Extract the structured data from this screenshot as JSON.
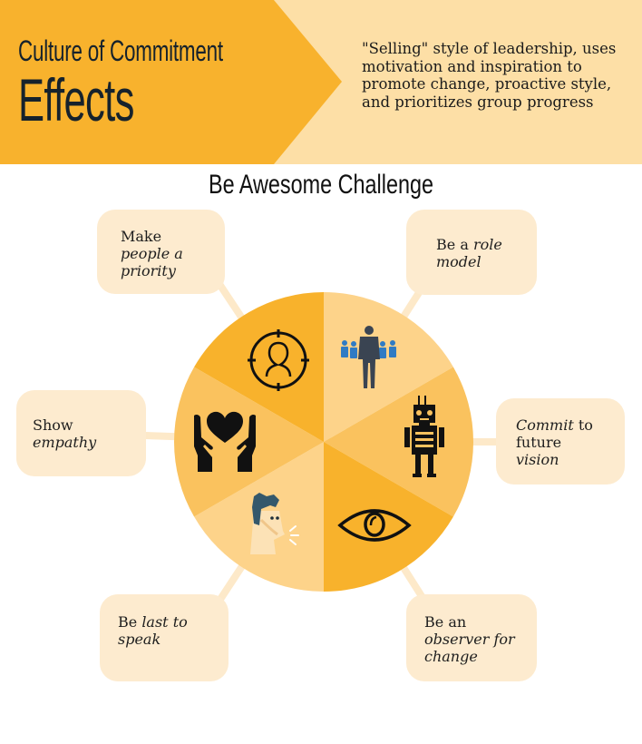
{
  "header": {
    "title_small": "Culture of Commitment",
    "title_big": "Effects",
    "description": "\"Selling\" style of leadership, uses motivation and inspiration to promote change, proactive style, and prioritizes group progress"
  },
  "subtitle": "Be Awesome Challenge",
  "colors": {
    "header_dark": "#F8B22D",
    "header_light": "#FDDFA6",
    "slice_dark": "#F8B22C",
    "slice_medium": "#FAC25E",
    "slice_light": "#FDD38A",
    "box_bg": "#FDEBCF",
    "connector": "#FDE9C9"
  },
  "items": [
    {
      "id": "make-people-priority",
      "parts": [
        {
          "t": "Make",
          "i": false
        },
        {
          "t": "people a",
          "i": true
        },
        {
          "t": "priority",
          "i": true
        }
      ],
      "icon": "target-person-icon"
    },
    {
      "id": "role-model",
      "parts": [
        {
          "t": "Be a ",
          "i": false
        },
        {
          "t": "role",
          "i": true
        },
        {
          "t": "model",
          "i": true
        }
      ],
      "icon": "leader-team-icon"
    },
    {
      "id": "commit-future-vision",
      "parts": [
        {
          "t": "Commit",
          "i": true
        },
        {
          "t": " to",
          "i": false
        },
        {
          "t": "future",
          "i": false
        },
        {
          "t": "vision",
          "i": true
        }
      ],
      "icon": "robot-icon"
    },
    {
      "id": "observer-for-change",
      "parts": [
        {
          "t": "Be an",
          "i": false
        },
        {
          "t": "observer for",
          "i": true
        },
        {
          "t": "change",
          "i": true
        }
      ],
      "icon": "eye-icon"
    },
    {
      "id": "last-to-speak",
      "parts": [
        {
          "t": "Be ",
          "i": false
        },
        {
          "t": "last to",
          "i": true
        },
        {
          "t": "speak",
          "i": true
        }
      ],
      "icon": "speaking-person-icon"
    },
    {
      "id": "show-empathy",
      "parts": [
        {
          "t": "Show",
          "i": false
        },
        {
          "t": "empathy",
          "i": true
        }
      ],
      "icon": "hands-heart-icon"
    }
  ]
}
